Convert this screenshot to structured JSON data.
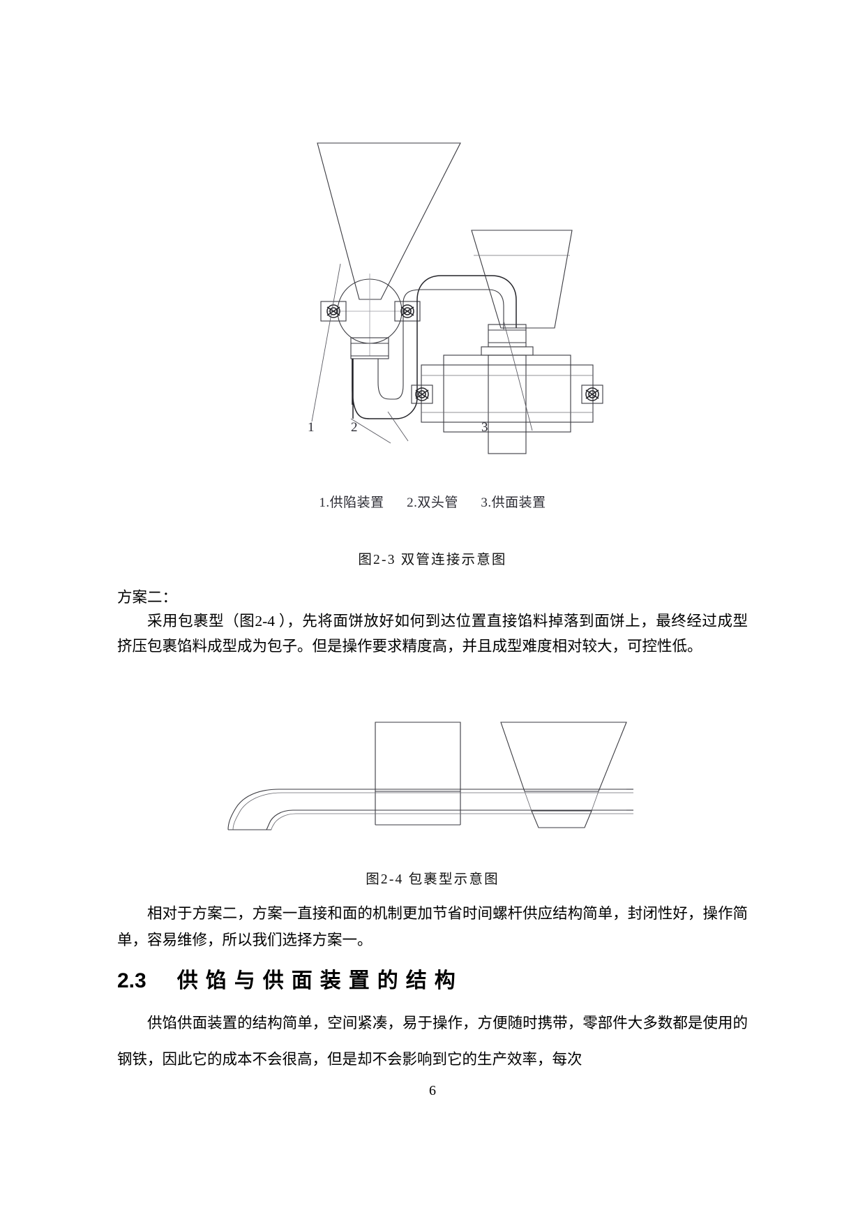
{
  "document": {
    "page_number": "6",
    "figure_2_3": {
      "legend_items": [
        "1.供陷装置",
        "2.双头管",
        "3.供面装置"
      ],
      "callout_labels": [
        "1",
        "2",
        "3"
      ],
      "caption": "图2-3  双管连接示意图"
    },
    "figure_2_4": {
      "caption": "图2-4  包裹型示意图"
    },
    "paragraphs": {
      "plan_two_label": "方案二：",
      "plan_two_body": "采用包裹型（图2-4 ），先将面饼放好如何到达位置直接馅料掉落到面饼上，最终经过成型挤压包裹馅料成型成为包子。但是操作要求精度高，并且成型难度相对较大，可控性低。",
      "comparison": "相对于方案二，方案一直接和面的机制更加节省时间螺杆供应结构简单，封闭性好，操作简单，容易维修，所以我们选择方案一。",
      "structure_body": "供馅供面装置的结构简单，空间紧凑，易于操作，方便随时携带，零部件大多数都是使用的钢铁，因此它的成本不会很高，但是却不会影响到它的生产效率，每次"
    },
    "section": {
      "number": "2.3",
      "title": "供馅与供面装置的结构"
    },
    "colors": {
      "line_stroke": "#3a3a40",
      "line_thin": "#6b6b72",
      "line_dark": "#232328",
      "center_line": "#9a9aa2",
      "text": "#000000",
      "page_background": "#ffffff"
    }
  }
}
